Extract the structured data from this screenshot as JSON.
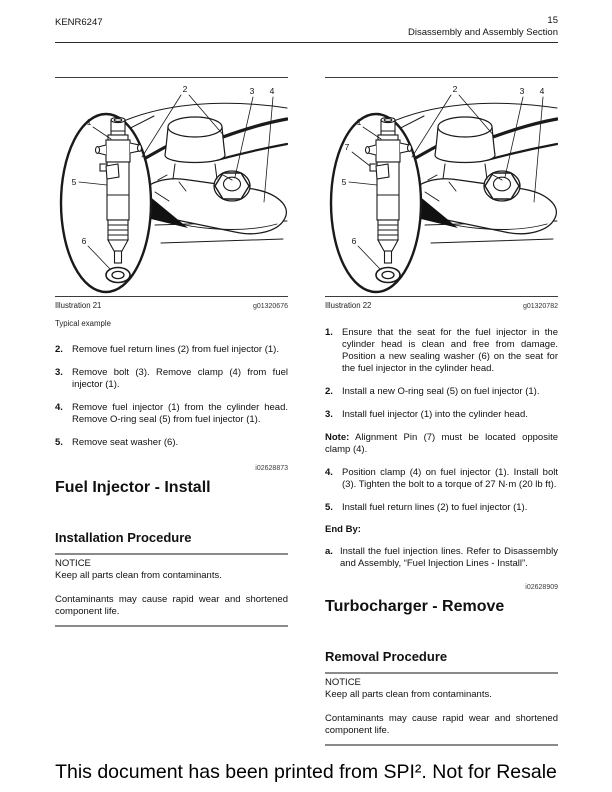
{
  "header": {
    "doc_code": "KENR6247",
    "page_number": "15",
    "section_title": "Disassembly and Assembly Section"
  },
  "figure_callouts": {
    "n1": "1",
    "n2": "2",
    "n3": "3",
    "n4": "4",
    "n5": "5",
    "n6": "6",
    "n7": "7"
  },
  "left_column": {
    "illustration_label": "Illustration 21",
    "illustration_code": "g01320676",
    "illustration_caption": "Typical example",
    "steps": [
      {
        "num": "2.",
        "text": "Remove fuel return lines (2) from fuel injector (1)."
      },
      {
        "num": "3.",
        "text": "Remove bolt (3). Remove clamp (4) from fuel injector (1)."
      },
      {
        "num": "4.",
        "text": "Remove fuel injector (1) from the cylinder head. Remove O-ring seal (5) from fuel injector (1)."
      },
      {
        "num": "5.",
        "text": "Remove seat washer (6)."
      }
    ],
    "id_code": "i02628873",
    "section_heading": "Fuel Injector - Install",
    "procedure_heading": "Installation Procedure",
    "notice": {
      "title": "NOTICE",
      "para1": "Keep all parts clean from contaminants.",
      "para2": "Contaminants may cause rapid wear and shortened component life."
    }
  },
  "right_column": {
    "illustration_label": "Illustration 22",
    "illustration_code": "g01320782",
    "steps_a": [
      {
        "num": "1.",
        "text": "Ensure that the seat for the fuel injector in the cylinder head is clean and free from damage. Position a new sealing washer (6) on the seat for the fuel injector in the cylinder head."
      },
      {
        "num": "2.",
        "text": "Install a new O-ring seal (5) on fuel injector (1)."
      },
      {
        "num": "3.",
        "text": "Install fuel injector (1) into the cylinder head."
      }
    ],
    "note_label": "Note:",
    "note_text": " Alignment Pin (7) must be located opposite clamp (4).",
    "steps_b": [
      {
        "num": "4.",
        "text": "Position clamp (4) on fuel injector (1). Install bolt (3). Tighten the bolt to a torque of 27 N·m (20 lb ft)."
      },
      {
        "num": "5.",
        "text": "Install fuel return lines (2) to fuel injector (1)."
      }
    ],
    "end_by_label": "End By:",
    "end_by_steps": [
      {
        "num": "a.",
        "text": "Install the fuel injection lines. Refer to Disassembly and Assembly, “Fuel Injection Lines - Install”."
      }
    ],
    "id_code": "i02628909",
    "section_heading": "Turbocharger - Remove",
    "procedure_heading": "Removal Procedure",
    "notice": {
      "title": "NOTICE",
      "para1": "Keep all parts clean from contaminants.",
      "para2": "Contaminants may cause rapid wear and shortened component life."
    }
  },
  "footer": {
    "text": "This document has been printed from SPI². Not for Resale"
  }
}
